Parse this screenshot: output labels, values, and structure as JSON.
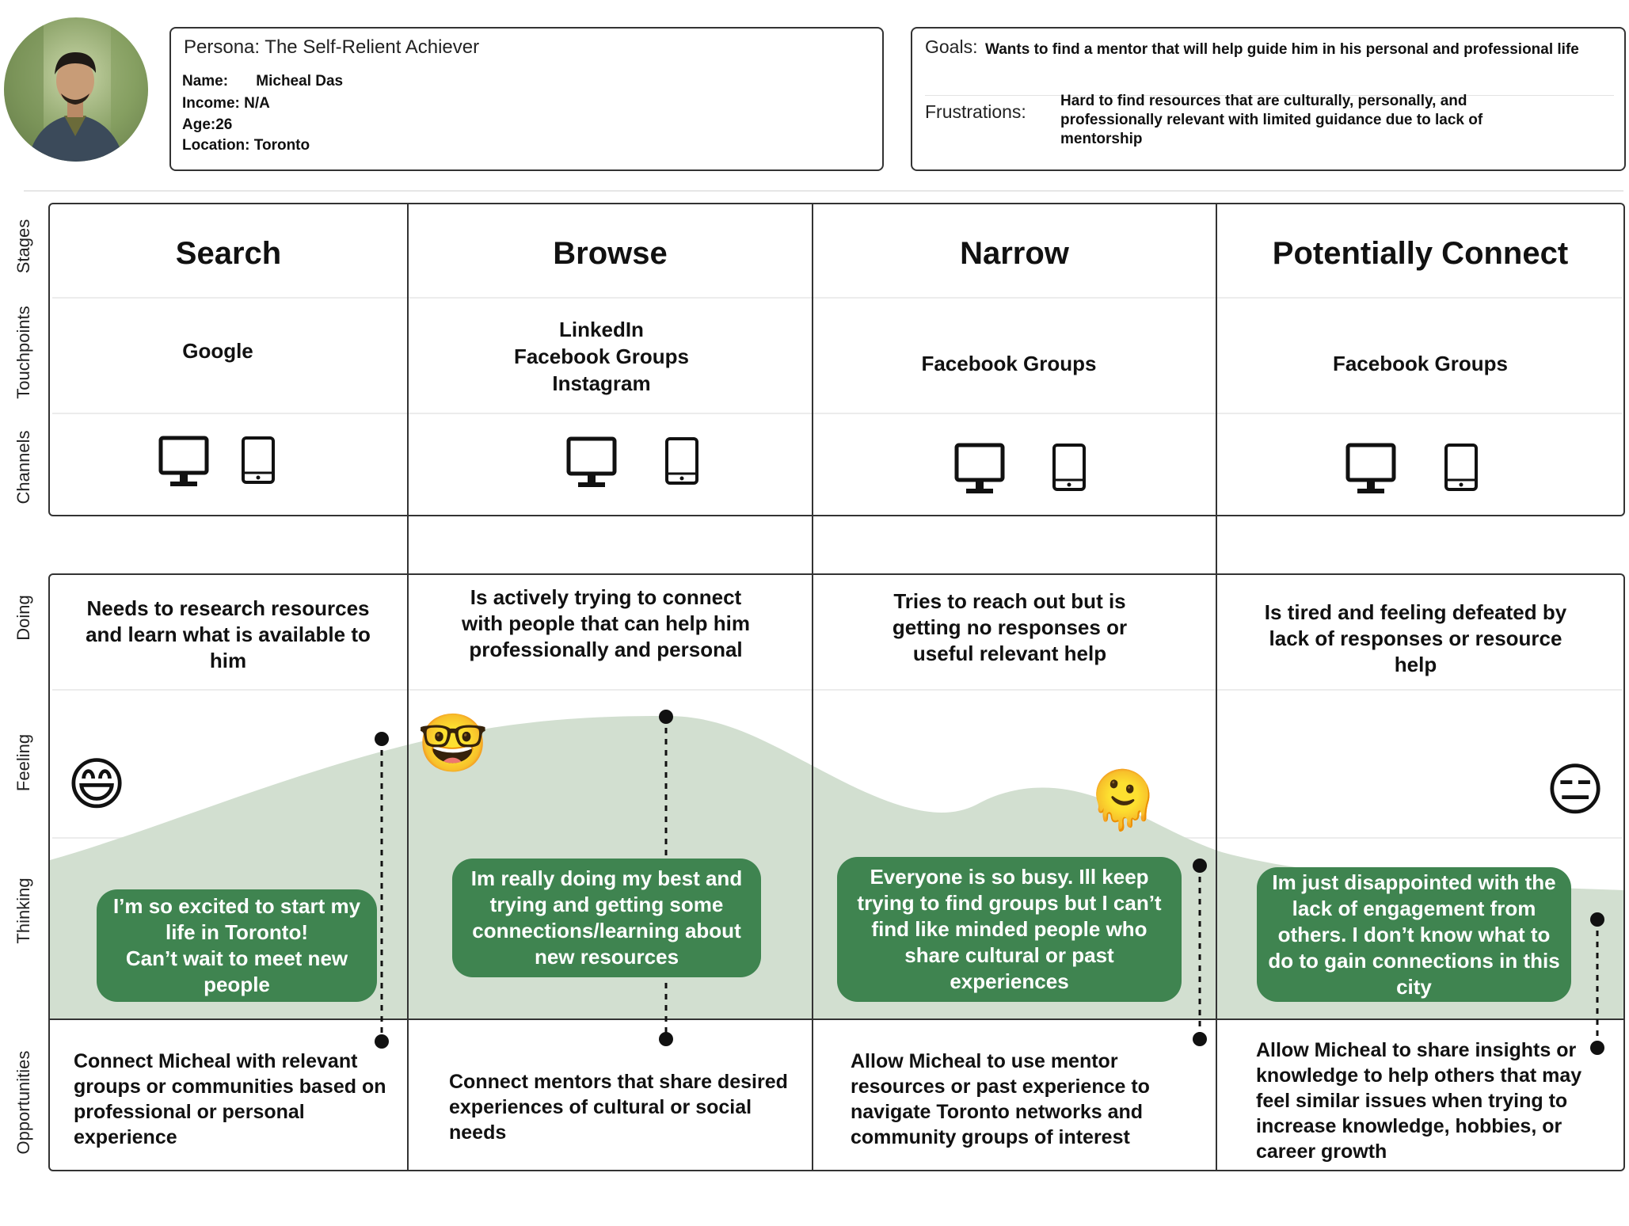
{
  "persona": {
    "title": "Persona: The Self-Relient Achiever",
    "name_key": "Name:",
    "name_value": "Micheal Das",
    "income": "Income: N/A",
    "age": "Age:26",
    "location": "Location: Toronto"
  },
  "goals": {
    "label": "Goals:",
    "text": "Wants to find a mentor that will help guide him in  his personal and professional life"
  },
  "frustrations": {
    "label": "Frustrations:",
    "text": "Hard to find resources that are culturally, personally, and professionally relevant with limited guidance due to lack of mentorship"
  },
  "row_labels": {
    "stages": "Stages",
    "touchpoints": "Touchpoints",
    "channels": "Channels",
    "doing": "Doing",
    "feeling": "Feeling",
    "thinking": "Thinking",
    "opportunities": "Opportunities"
  },
  "stages": [
    "Search",
    "Browse",
    "Narrow",
    "Potentially Connect"
  ],
  "touchpoints": [
    [
      "Google"
    ],
    [
      "LinkedIn",
      "Facebook Groups",
      "Instagram"
    ],
    [
      "Facebook Groups"
    ],
    [
      "Facebook Groups"
    ]
  ],
  "channel_icons": [
    "desktop-icon",
    "tablet-icon"
  ],
  "doing": [
    "Needs to research resources and learn what is available to him",
    "Is actively trying to connect with people that can help him professionally and personal",
    "Tries to reach out but is getting no responses or useful relevant help",
    "Is tired and feeling defeated by lack of responses or resource help"
  ],
  "feeling_emojis": [
    "😄",
    "🤓",
    "🫠",
    "😑"
  ],
  "feeling_emoji_names": [
    "grinning-face-icon",
    "nerd-face-icon",
    "melting-face-icon",
    "expressionless-face-icon"
  ],
  "thinking": [
    "I’m so excited to start my life in Toronto!\nCan’t wait to meet new people",
    "Im really doing my best and trying and getting some connections/learning about new resources",
    "Everyone is so busy. Ill keep trying to find groups but I can’t find like minded people who share cultural or past experiences",
    "Im just disappointed with the lack of engagement from others. I don’t know what to do to gain connections in this city"
  ],
  "opportunities": [
    "Connect Micheal with relevant groups or communities based on professional or personal experience",
    "Connect mentors that share desired experiences of cultural or social needs",
    "Allow Micheal to use mentor resources or past experience to navigate Toronto networks and community groups of interest",
    "Allow Micheal to share insights or knowledge to help others that may feel similar issues when trying to increase knowledge, hobbies, or career growth"
  ],
  "colors": {
    "bubble": "#3f8450",
    "curve_fill": "#d2dfd0",
    "border": "#333333"
  }
}
